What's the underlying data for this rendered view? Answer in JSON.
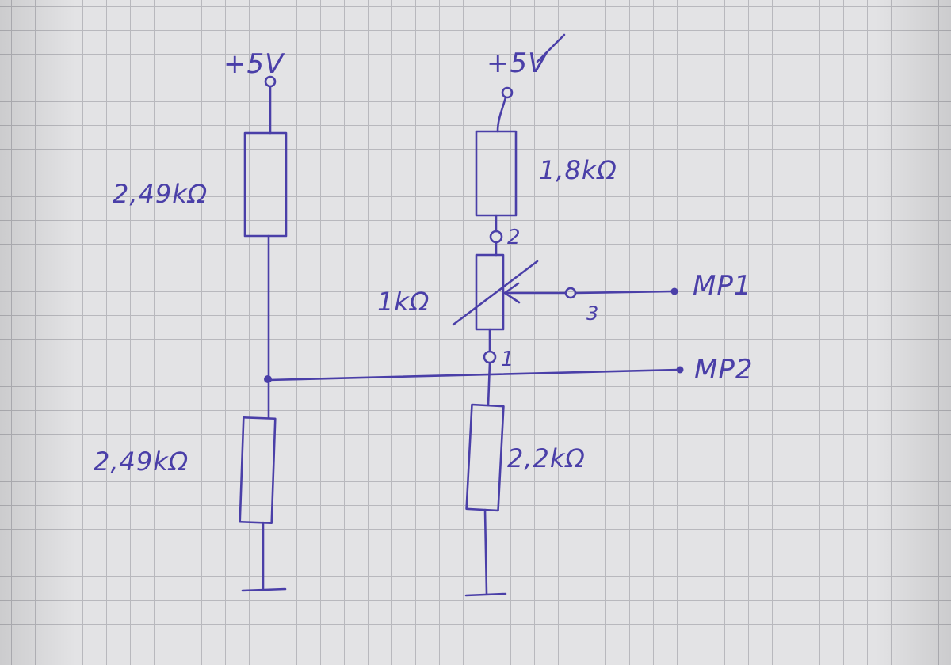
{
  "supply": {
    "left": "+5V",
    "right": "+5V"
  },
  "resistors": {
    "left_top": "2,49kΩ",
    "left_bottom": "2,49kΩ",
    "right_top": "1,8kΩ",
    "potentiometer": "1kΩ",
    "right_bottom": "2,2kΩ"
  },
  "pins": {
    "pin_1": "1",
    "pin_2": "2",
    "pin_3": "3"
  },
  "measurement_points": {
    "mp1": "MP1",
    "mp2": "MP2"
  },
  "ink_color": "#4a3fa8"
}
